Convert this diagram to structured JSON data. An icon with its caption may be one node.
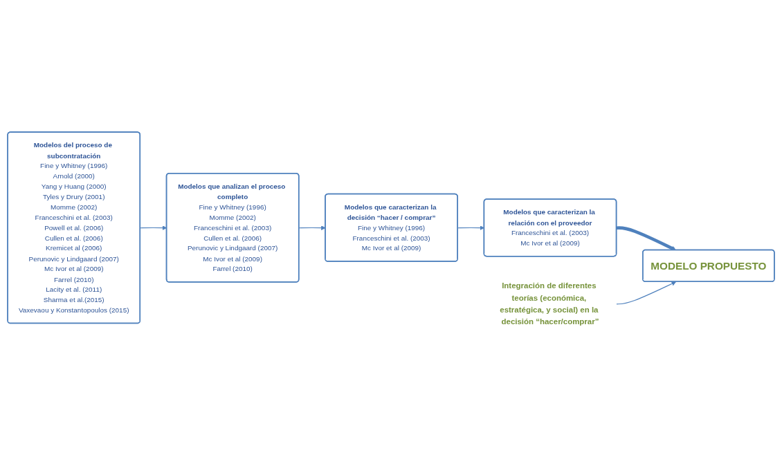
{
  "diagram": {
    "nodes": [
      {
        "text": [
          "Modelos del proceso de subcontratación",
          "Fine y Whitney (1996)",
          "Arnold (2000)",
          "Yang y Huang (2000)",
          "Tyles y Drury (2001)",
          "Momme (2002)",
          "Franceschini et al. (2003)",
          "Powell et al. (2006)",
          "Cullen et al. (2006)",
          "Kremicet al (2006)",
          "Perunovic y Lindgaard (2007)",
          "Mc Ivor et al (2009)",
          "Farrel (2010)",
          "Lacity et al. (2011)",
          "Sharma et al.(2015)",
          "Vaxevaou y Konstantopoulos (2015)"
        ]
      },
      {
        "text": [
          "Modelos que analizan el proceso completo",
          "Fine y Whitney (1996)",
          "Momme (2002)",
          "Franceschini et al. (2003)",
          "Cullen et al. (2006)",
          "Perunovic y Lindgaard (2007)",
          "Mc Ivor et al (2009)",
          "Farrel (2010)"
        ]
      },
      {
        "text": [
          "Modelos que caracterizan la decisión “hacer / comprar”",
          "Fine y Whitney (1996)",
          "Franceschini et al. (2003)",
          "Mc Ivor et al (2009)"
        ]
      },
      {
        "text": [
          "Modelos que caracterizan la relación con el proveedor",
          "Franceschini et al. (2003)",
          "Mc Ivor et al (2009)"
        ]
      },
      {
        "text": [
          "Integración de diferentes teorías (económica, estratégica, y social) en la decisión “hacer/comprar”"
        ]
      },
      {
        "text": [
          "MODELO PROPUESTO"
        ]
      }
    ],
    "edges": [
      {
        "from": 0,
        "to": 1,
        "arrow": "to"
      },
      {
        "from": 1,
        "to": 2,
        "arrow": "to"
      },
      {
        "from": 2,
        "to": 3,
        "arrow": "to"
      },
      {
        "from": 3,
        "to": 5,
        "arrow": "to",
        "style": "thick",
        "color": "#4f81bd"
      },
      {
        "from": 4,
        "to": 5,
        "arrow": "to"
      }
    ]
  }
}
